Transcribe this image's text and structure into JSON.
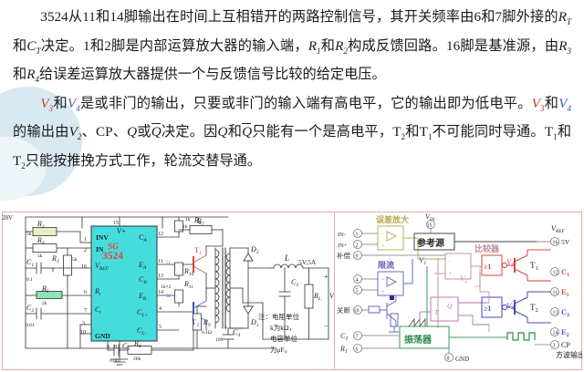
{
  "page": {
    "paragraphs": [
      "3524从11和14脚输出在时间上互相错开的两路控制信号，其开关频率由6和7脚外接的R_T和C_T决定。1和2脚是内部运算放大器的输入端，R_1和R_2构成反馈回路。16脚是基准源，由R_3和R_4给误差运算放大器提供一个与反馈信号比较的给定电压。",
      "V_3和V_4是或非门的输出，只要或非门的输入端有高电平，它的输出即为低电平。V_3和V_4的输出由V_2、CP、Q或Q̄决定。因Q和Q̄只能有一个是高电平，T_2和T_1不可能同时导通。T_1和T_2只能按推挽方式工作，轮流交替导通。"
    ],
    "para1": {
      "t1": "3524从11和14脚输出在时间上互相错开的两路控制信号，其开关频率由6和7脚外接的",
      "rt": "R",
      "rt_sub": "T",
      "t2": "和",
      "ct": "C",
      "ct_sub": "T",
      "t3": "决定。1和2脚是内部运算放大器的输入端，",
      "r1": "R",
      "r1_sub": "1",
      "t4": "和",
      "r2": "R",
      "r2_sub": "2",
      "t5": "构成反馈回路。16脚是基准源，由",
      "r3": "R",
      "r3_sub": "3",
      "t6": "和",
      "r4": "R",
      "r4_sub": "4",
      "t7": "给误差运算放大器提供一个与反馈信号比较的给定电压。"
    },
    "para2": {
      "v3": "V",
      "v3_sub": "3",
      "t1": "和",
      "v4": "V",
      "v4_sub": "4",
      "t2": "是或非门的输出，只要或非门的输入端有高电平，它的输出即为低电平。",
      "v3b": "V",
      "v3b_sub": "3",
      "t3": "和",
      "v4b": "V",
      "v4b_sub": "4",
      "t4": "的输出由",
      "v2": "V",
      "v2_sub": "2",
      "t5": "、CP、",
      "q": "Q",
      "t6": "或",
      "qbar": "Q",
      "t7": "决定。因",
      "q2": "Q",
      "t8": "和",
      "qbar2": "Q",
      "t9": "只能有一个是高电平，T",
      "t9s": "2",
      "t10": "和T",
      "t10s": "1",
      "t11": "不可能同时导通。T",
      "t11s": "1",
      "t12": "和T",
      "t12s": "2",
      "t13": "只能按推挽方式工作，轮流交替导通。"
    }
  },
  "schematic": {
    "supply": "28V",
    "ic": {
      "brand": "SG",
      "part": "3524",
      "color": "#40d8d8",
      "text_color": "#e8413c"
    },
    "ic_pins_left": [
      {
        "num": "1",
        "name": "INV"
      },
      {
        "num": "2",
        "name": "IN"
      },
      {
        "num": "16",
        "name": "V",
        "sub": "REF"
      },
      {
        "num": "6",
        "name": "R",
        "sub": "t"
      },
      {
        "num": "7",
        "name": "C",
        "sub": "t"
      },
      {
        "num": "3",
        "name": ""
      },
      {
        "num": "10",
        "name": ""
      },
      {
        "num": "8",
        "name": "GND"
      }
    ],
    "ic_pins_right": [
      {
        "num": "12",
        "name": "C",
        "sub": "A"
      },
      {
        "num": "11",
        "name": "E",
        "sub": "A"
      },
      {
        "num": "13",
        "name": "C",
        "sub": "B"
      },
      {
        "num": "14",
        "name": "E",
        "sub": "B"
      },
      {
        "num": "4",
        "name": "C",
        "sub": "L+"
      },
      {
        "num": "5",
        "name": "C",
        "sub": "L-"
      }
    ],
    "ic_pin_top": {
      "num": "15",
      "name": "V+"
    },
    "components": [
      {
        "ref": "R",
        "sub": "2",
        "value": "5k"
      },
      {
        "ref": "R",
        "sub": "4",
        "value": "5k"
      },
      {
        "ref": "R",
        "sub": "3",
        "value": "5k"
      },
      {
        "ref": "C",
        "sub": "1",
        "value": "0.1"
      },
      {
        "ref": "R",
        "sub": "5",
        "value": "2k"
      },
      {
        "ref": "C",
        "sub": "2",
        "value": "0.01"
      },
      {
        "ref": "R",
        "sub": "6",
        "value": "1k"
      },
      {
        "ref": "R",
        "sub": "7",
        "value": "1k"
      },
      {
        "ref": "R",
        "sub": "10",
        "value": "1k×2"
      },
      {
        "ref": "R",
        "sub": "11",
        "value": ""
      },
      {
        "ref": "R",
        "sub": "9",
        "value": "0.1Ω"
      },
      {
        "ref": "R",
        "sub": "8",
        "value": "20k"
      },
      {
        "ref": "C",
        "sub": "3",
        "value": "0.001"
      },
      {
        "ref": "C",
        "sub": "4",
        "value": "100"
      },
      {
        "ref": "C",
        "sub": "5",
        "value": ""
      },
      {
        "ref": "D",
        "sub": "1",
        "value": ""
      },
      {
        "ref": "D",
        "sub": "2",
        "value": ""
      },
      {
        "ref": "L",
        "sub": "",
        "value": ""
      },
      {
        "ref": "R",
        "sub": "L",
        "value": ""
      },
      {
        "ref": "V",
        "sub": "0",
        "value": ""
      },
      {
        "ref": "T",
        "sub": "1",
        "value": ""
      },
      {
        "ref": "T",
        "sub": "2",
        "value": ""
      }
    ],
    "output_label": "5V,5A",
    "note_lines": [
      "注：电阻单位",
      "k为kΩ，",
      "电容单位",
      "为μF。"
    ]
  },
  "block": {
    "title_error_amp": "误差放大",
    "title_current_limit": "限流",
    "title_reference": "参考源",
    "title_comparator": "比较器",
    "title_oscillator": "振荡器",
    "left_pins": [
      {
        "label": "IN-",
        "num": "1"
      },
      {
        "label": "IN+",
        "num": "2"
      },
      {
        "label": "补偿",
        "num": "9"
      },
      {
        "label": "",
        "num": "4"
      },
      {
        "label": "",
        "num": "5"
      },
      {
        "label": "关断",
        "num": "10"
      },
      {
        "label": "C",
        "sub": "T",
        "num": "7"
      },
      {
        "label": "R",
        "sub": "T",
        "num": "6"
      }
    ],
    "top_pin": {
      "label": "V",
      "sub": "IN",
      "num": "15"
    },
    "bottom_pin": {
      "num": "8",
      "label": "GND"
    },
    "right_pins": [
      {
        "num": "16",
        "label": "5V",
        "top": "V",
        "top_sub": "REF",
        "color": "#222222"
      },
      {
        "num": "12",
        "label": "C",
        "sub": "1",
        "color": "#d0493f"
      },
      {
        "num": "11",
        "label": "E",
        "sub": "1",
        "color": "#d0493f"
      },
      {
        "num": "13",
        "label": "C",
        "sub": "2",
        "color": "#3b5bbf"
      },
      {
        "num": "14",
        "label": "E",
        "sub": "2",
        "color": "#3b5bbf"
      },
      {
        "num": "3",
        "label": "CP",
        "sub": "",
        "color": "#222222"
      }
    ],
    "cp_caption": "方波输出",
    "nodes": [
      {
        "name": "V1",
        "label": "V",
        "sub": "1"
      },
      {
        "name": "V2",
        "label": "V",
        "sub": "2"
      },
      {
        "name": "V3",
        "label": "V",
        "sub": "3"
      },
      {
        "name": "V4",
        "label": "V",
        "sub": "4"
      }
    ],
    "transistors": [
      {
        "label": "T",
        "sub": "1",
        "color": "#d0493f"
      },
      {
        "label": "T",
        "sub": "2",
        "color": "#3b5bbf"
      }
    ],
    "nor_symbol": "≥1",
    "ff_labels": {
      "q": "Q",
      "t": "T"
    },
    "colors": {
      "error_amp": "#b7a94a",
      "current_limit": "#5b5bb8",
      "reference": "#444444",
      "comparator": "#c08a9a",
      "oscillator": "#3f9a5a",
      "nor1": "#d0493f",
      "nor2": "#4a4ab5",
      "flipflop": "#b06fb0",
      "frame": "#e8a9a9"
    }
  }
}
